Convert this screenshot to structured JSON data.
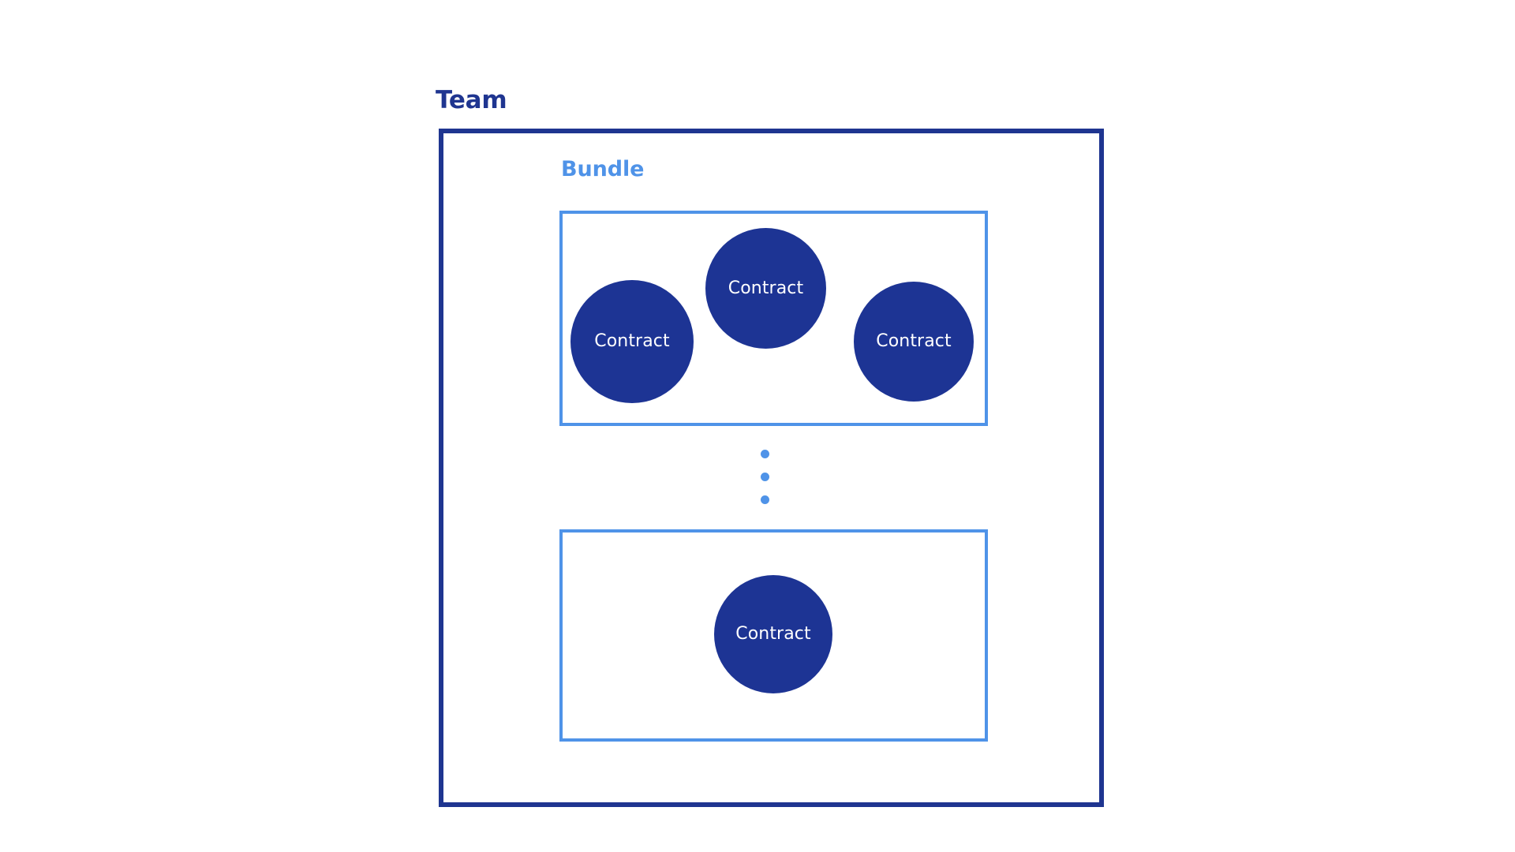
{
  "diagram": {
    "title": "Team",
    "outer_group": {
      "label": "Team",
      "border_color": "#1f3590",
      "label_color": "#1f3590"
    },
    "bundle_label": "Bundle",
    "bundle_border_color": "#4f93e8",
    "bundle_label_color": "#4f93e8",
    "node_fill_color": "#1d3494",
    "node_text_color": "#ffffff",
    "bundles": [
      {
        "name": "Bundle",
        "nodes": [
          {
            "label": "Contract"
          },
          {
            "label": "Contract"
          },
          {
            "label": "Contract"
          }
        ]
      },
      {
        "name": "",
        "nodes": [
          {
            "label": "Contract"
          }
        ]
      }
    ],
    "continuation": {
      "style": "vertical-ellipsis",
      "dot_count": 3,
      "dot_color": "#4f93e8"
    }
  }
}
